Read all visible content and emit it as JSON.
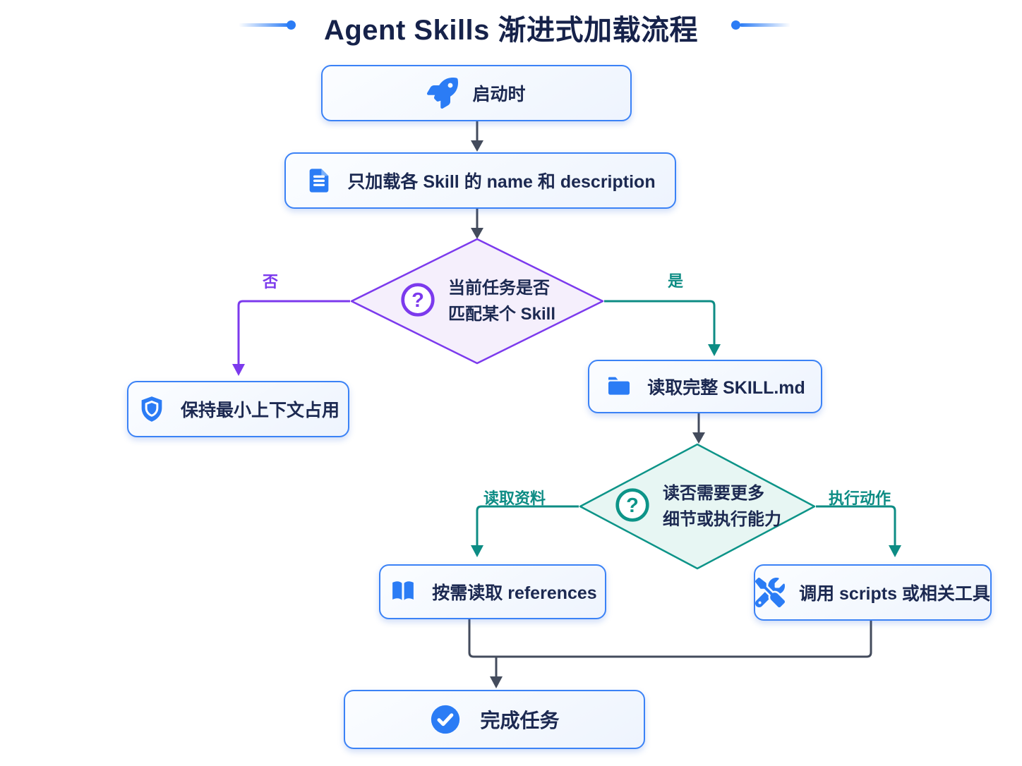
{
  "title": "Agent Skills 渐进式加载流程",
  "nodes": {
    "start": {
      "label": "启动时",
      "icon": "rocket-icon"
    },
    "load_meta": {
      "label": "只加载各 Skill 的 name 和 description",
      "icon": "document-icon"
    },
    "decision_match": {
      "line1": "当前任务是否",
      "line2": "匹配某个 Skill",
      "icon": "question-icon"
    },
    "keep_minimal": {
      "label": "保持最小上下文占用",
      "icon": "shield-icon"
    },
    "read_skill": {
      "label": "读取完整 SKILL.md",
      "icon": "folder-icon"
    },
    "decision_more": {
      "line1": "读否需要更多",
      "line2": "细节或执行能力",
      "icon": "question-icon"
    },
    "read_refs": {
      "label": "按需读取 references",
      "icon": "book-icon"
    },
    "call_scripts": {
      "label": "调用 scripts 或相关工具",
      "icon": "tools-icon"
    },
    "finish": {
      "label": "完成任务",
      "icon": "check-icon"
    }
  },
  "edges": {
    "no": "否",
    "yes": "是",
    "read_material": "读取资料",
    "execute_action": "执行动作"
  },
  "colors": {
    "accent_blue": "#2b7cf5",
    "node_border": "#3b82f6",
    "purple": "#7c3aed",
    "purple_fill": "#f5effc",
    "teal": "#0d9488",
    "teal_fill": "#e7f6f3",
    "connector_gray": "#434b5c",
    "text_navy": "#1c2951"
  }
}
